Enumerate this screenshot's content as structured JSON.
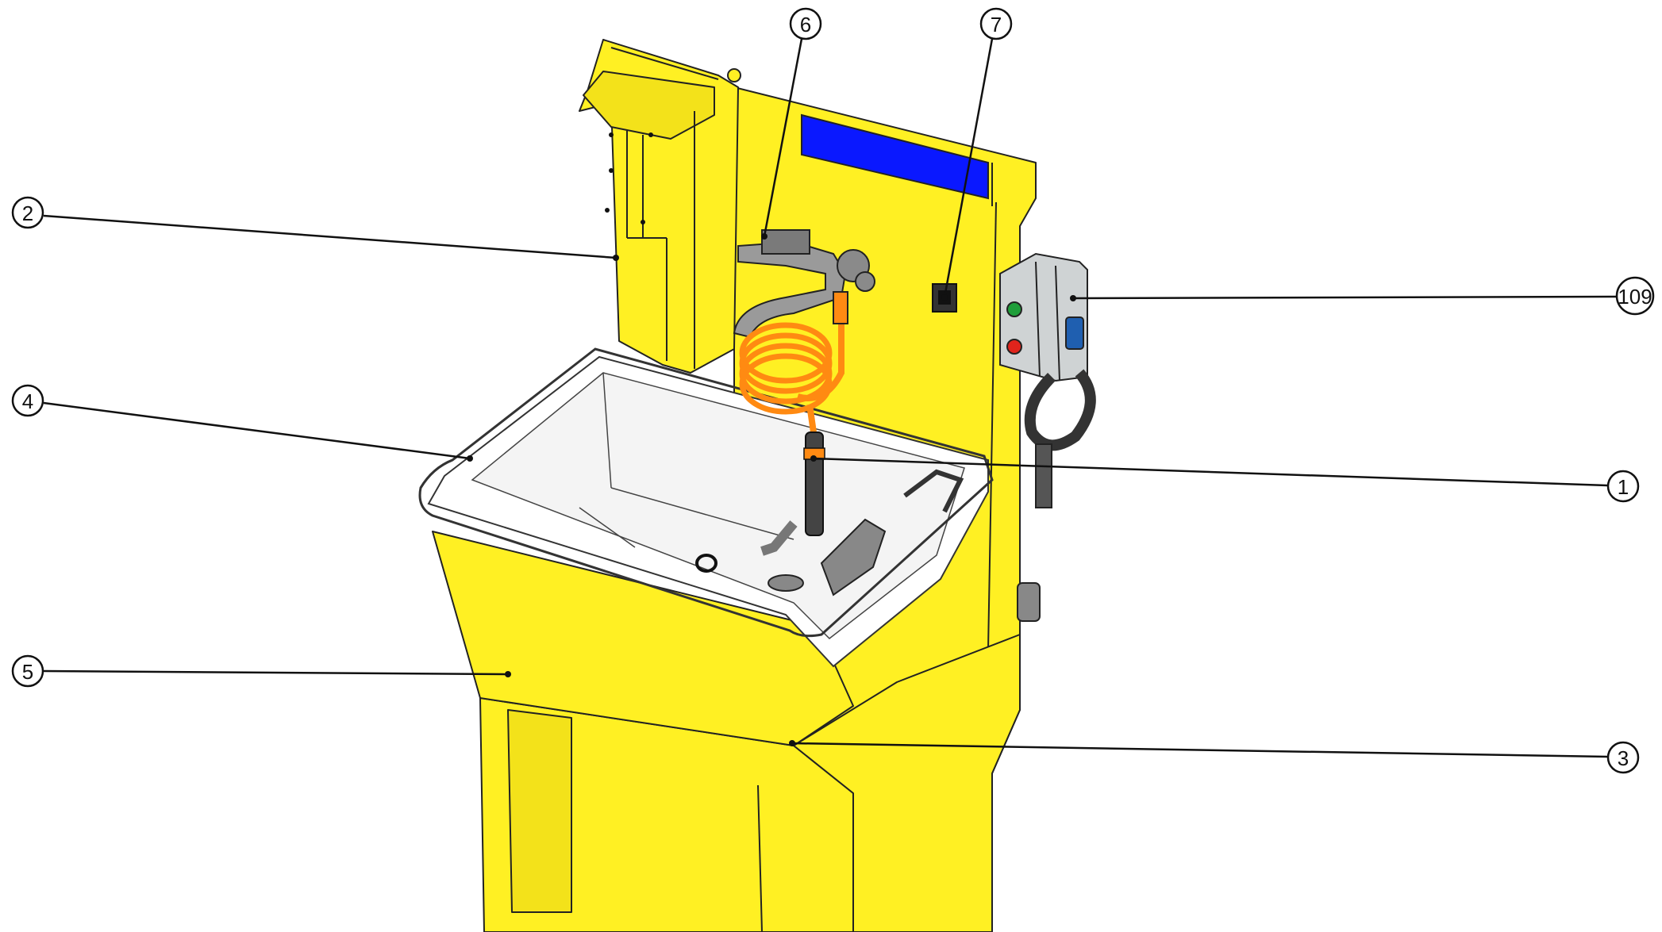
{
  "colors": {
    "body": "#fff023",
    "body_shade": "#f3e21a",
    "panel": "#0a18ff",
    "hose": "#ff8a12",
    "basin": "#ffffff",
    "control_box": "#cfd3d4",
    "green_light": "#1f9e3a",
    "red_light": "#e0241c",
    "knob": "#1f5fb0",
    "fittings": "#555555"
  },
  "callouts": [
    {
      "label": "1",
      "part": "hose-nozzle"
    },
    {
      "label": "2",
      "part": "lid"
    },
    {
      "label": "3",
      "part": "base-cabinet"
    },
    {
      "label": "4",
      "part": "basin-rim"
    },
    {
      "label": "5",
      "part": "front-panel"
    },
    {
      "label": "6",
      "part": "faucet"
    },
    {
      "label": "7",
      "part": "switch-socket"
    },
    {
      "label": "109",
      "part": "control-box"
    }
  ]
}
